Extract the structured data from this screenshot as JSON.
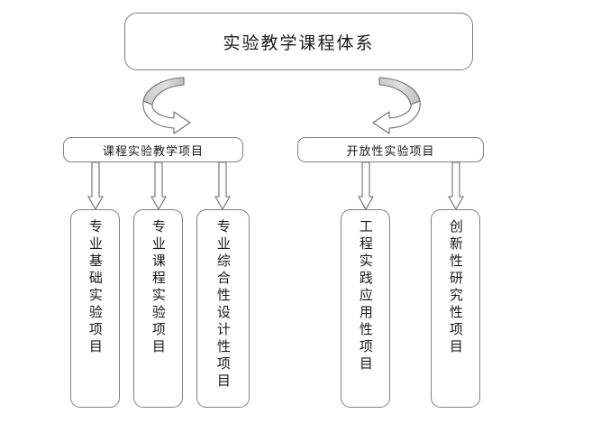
{
  "diagram": {
    "title_node": {
      "label": "实验教学课程体系",
      "name": "experimental-teaching-course-system"
    },
    "branches": [
      {
        "label": "课程实验教学项目",
        "name": "course-experimental-teaching-projects",
        "side": "left"
      },
      {
        "label": "开放性实验项目",
        "name": "open-experimental-projects",
        "side": "right"
      }
    ],
    "leaves": [
      {
        "label": "专业基础实验项目",
        "name": "major-foundation-experiment-projects",
        "parent": "left"
      },
      {
        "label": "专业课程实验项目",
        "name": "major-course-experiment-projects",
        "parent": "left"
      },
      {
        "label": "专业综合性设计性项目",
        "name": "major-comprehensive-design-projects",
        "parent": "left"
      },
      {
        "label": "工程实践应用性项目",
        "name": "engineering-practice-application-projects",
        "parent": "right"
      },
      {
        "label": "创新性研究性项目",
        "name": "innovative-research-projects",
        "parent": "right"
      }
    ],
    "connectors": {
      "count": 5,
      "style": "hollow-down-arrow"
    },
    "curved_arrows": [
      {
        "name": "curved-arrow-left",
        "direction": "u-turn-right"
      },
      {
        "name": "curved-arrow-right",
        "direction": "u-turn-left"
      }
    ],
    "colors": {
      "background": "#ffffff",
      "stroke": "#808080",
      "text": "#1a1a1a",
      "ribbon_fill": "#d4d4d4",
      "arrow_fill": "#ffffff"
    }
  }
}
